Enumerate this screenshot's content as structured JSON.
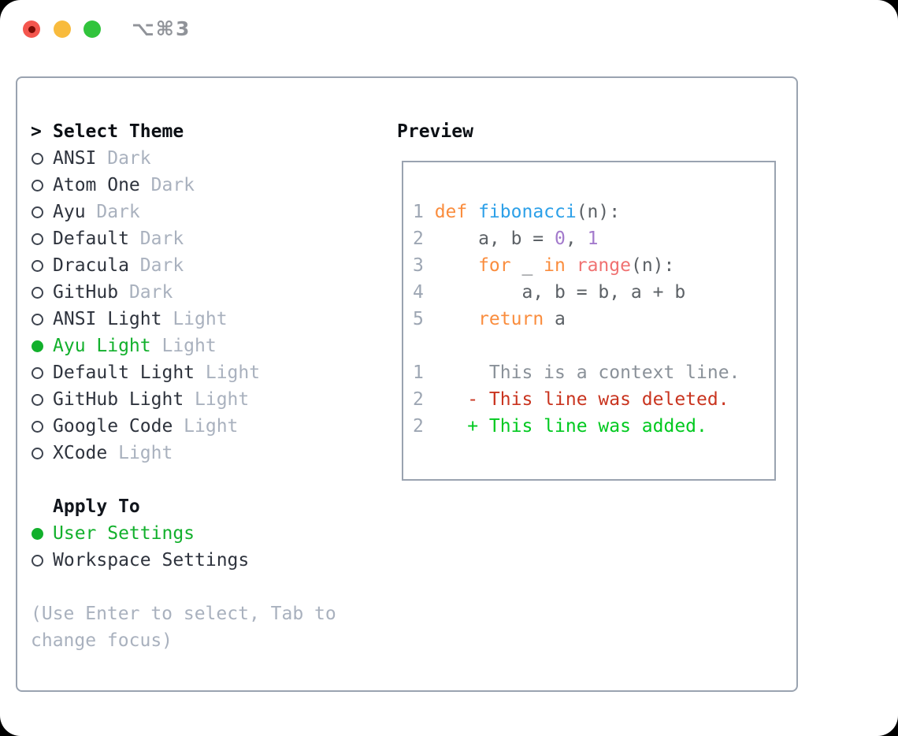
{
  "window": {
    "title": "⌥⌘3",
    "traffic_colors": {
      "close": "#f4564e",
      "minimize": "#f8bb3d",
      "zoom": "#31c43c"
    }
  },
  "theme_panel": {
    "header_marker": ">",
    "header": "Select Theme",
    "themes": [
      {
        "name": "ANSI",
        "variant": "Dark",
        "selected": false
      },
      {
        "name": "Atom One",
        "variant": "Dark",
        "selected": false
      },
      {
        "name": "Ayu",
        "variant": "Dark",
        "selected": false
      },
      {
        "name": "Default",
        "variant": "Dark",
        "selected": false
      },
      {
        "name": "Dracula",
        "variant": "Dark",
        "selected": false
      },
      {
        "name": "GitHub",
        "variant": "Dark",
        "selected": false
      },
      {
        "name": "ANSI Light",
        "variant": "Light",
        "selected": false
      },
      {
        "name": "Ayu Light",
        "variant": "Light",
        "selected": true
      },
      {
        "name": "Default Light",
        "variant": "Light",
        "selected": false
      },
      {
        "name": "GitHub Light",
        "variant": "Light",
        "selected": false
      },
      {
        "name": "Google Code",
        "variant": "Light",
        "selected": false
      },
      {
        "name": "XCode",
        "variant": "Light",
        "selected": false
      }
    ],
    "apply_to": {
      "header": "Apply To",
      "options": [
        {
          "name": "User Settings",
          "selected": true
        },
        {
          "name": "Workspace Settings",
          "selected": false
        }
      ]
    },
    "hint_lines": [
      "(Use Enter to select, Tab to",
      "change focus)"
    ]
  },
  "preview": {
    "header": "Preview",
    "code_lines": [
      {
        "ln": "1",
        "segs": [
          [
            "kw",
            "def "
          ],
          [
            "fn",
            "fibonacci"
          ],
          [
            "pl",
            "(n):"
          ]
        ]
      },
      {
        "ln": "2",
        "segs": [
          [
            "pl",
            "    a, b = "
          ],
          [
            "num",
            "0"
          ],
          [
            "pl",
            ", "
          ],
          [
            "num",
            "1"
          ]
        ]
      },
      {
        "ln": "3",
        "segs": [
          [
            "pl",
            "    "
          ],
          [
            "kw",
            "for"
          ],
          [
            "pl",
            " _ "
          ],
          [
            "kw",
            "in"
          ],
          [
            "pl",
            " "
          ],
          [
            "bi",
            "range"
          ],
          [
            "pl",
            "(n):"
          ]
        ]
      },
      {
        "ln": "4",
        "segs": [
          [
            "pl",
            "        a, b = b, a + b"
          ]
        ]
      },
      {
        "ln": "5",
        "segs": [
          [
            "pl",
            "    "
          ],
          [
            "kw",
            "return"
          ],
          [
            "pl",
            " a"
          ]
        ]
      },
      {
        "ln": "",
        "segs": []
      },
      {
        "ln": "1",
        "segs": [
          [
            "ctx",
            "     This is a context line."
          ]
        ]
      },
      {
        "ln": "2",
        "segs": [
          [
            "del",
            "   - This line was deleted."
          ]
        ]
      },
      {
        "ln": "2",
        "segs": [
          [
            "add",
            "   + This line was added."
          ]
        ]
      }
    ]
  },
  "colors": {
    "selection_green": "#12b02c",
    "panel_border": "#9aa3b0",
    "muted_text": "#a9b1be",
    "item_text": "#2e333d",
    "header_text": "#0b0f14",
    "syntax": {
      "kw": "#fa8d3e",
      "fn": "#2da0e8",
      "num": "#a37acc",
      "bi": "#f07171",
      "pl": "#5c6166",
      "ctx": "#8a9199",
      "del": "#c9341f",
      "add": "#00c91f",
      "ln": "#9da6b3"
    }
  }
}
